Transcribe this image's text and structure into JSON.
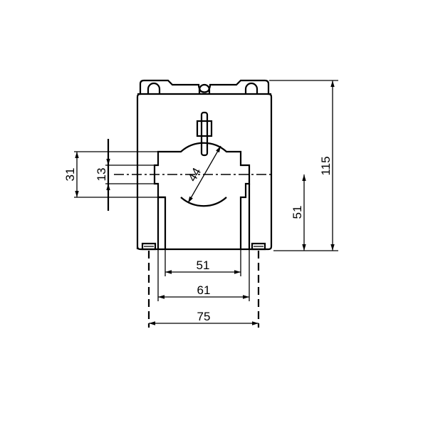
{
  "dimensions": {
    "height_total": "115",
    "center_height": "51",
    "window_height_outer": "31",
    "window_height_inner": "13",
    "aperture_diameter": "44",
    "window_width_inner": "51",
    "window_width_outer": "61",
    "mounting_width": "75"
  }
}
